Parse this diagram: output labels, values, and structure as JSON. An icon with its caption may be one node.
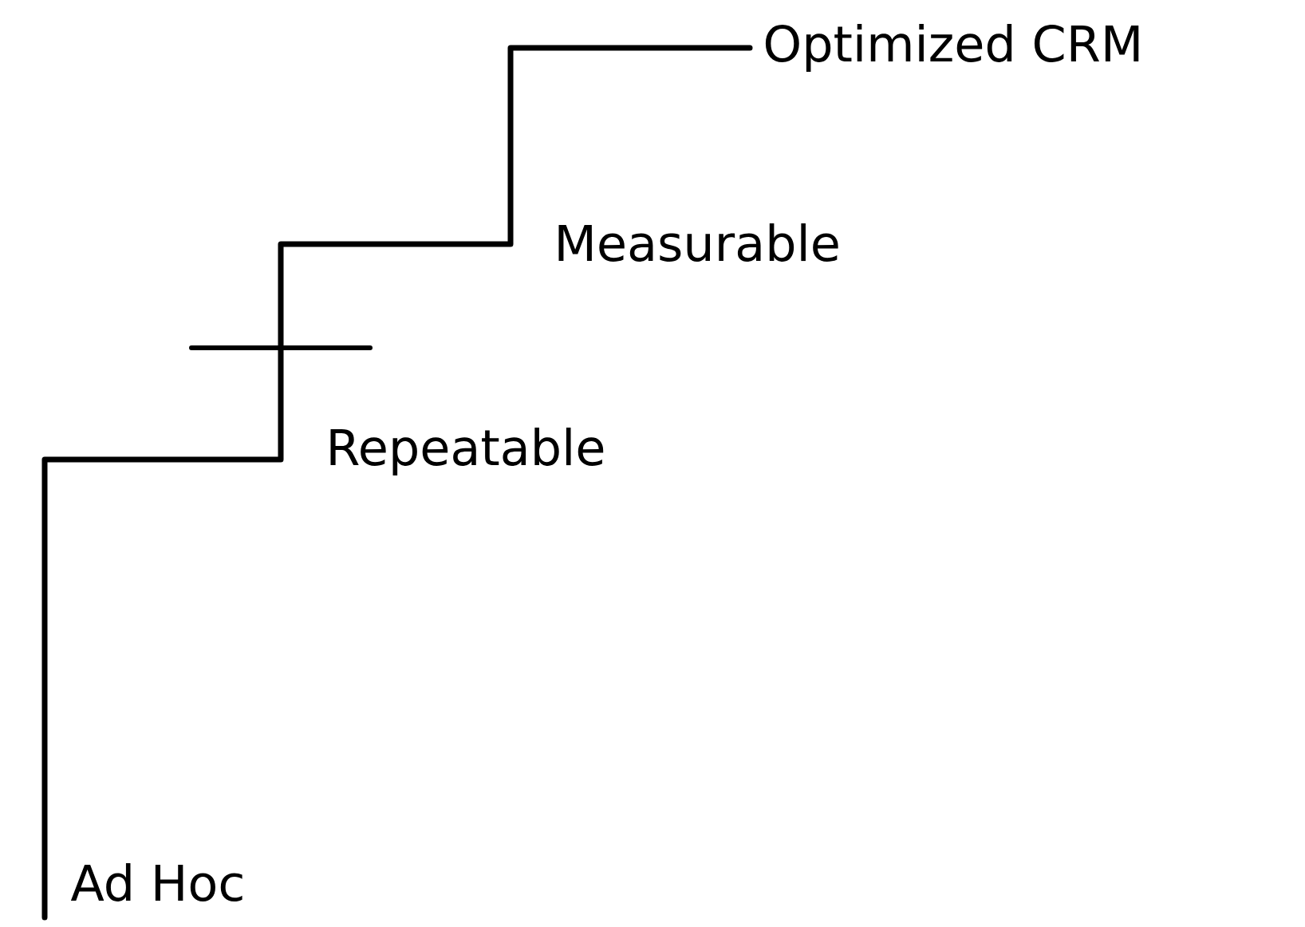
{
  "diagram": {
    "labels": [
      "Optimized CRM",
      "Measurable",
      "Repeatable",
      "Ad Hoc"
    ]
  }
}
